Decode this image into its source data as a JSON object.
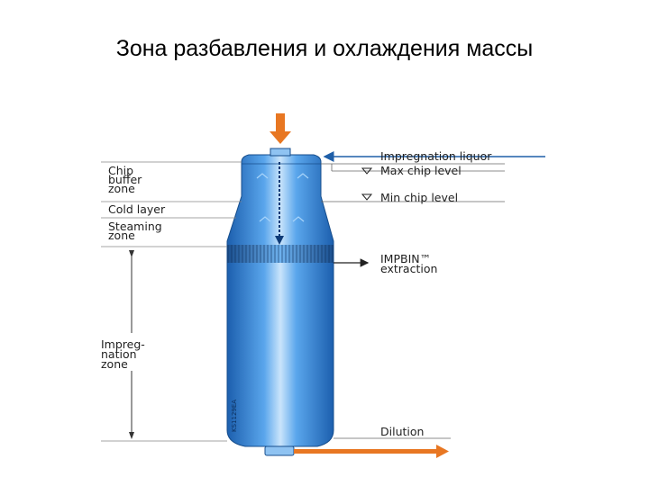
{
  "title": "Зона разбавления и охлаждения массы",
  "labels": {
    "impregnation_liquor": "Impregnation liquor",
    "max_chip_level": "Max chip level",
    "min_chip_level": "Min chip level",
    "impbin_line1": "IMPBIN™",
    "impbin_line2": "extraction",
    "dilution": "Dilution"
  },
  "zones": {
    "chip_buffer": [
      "Chip",
      "buffer",
      "zone"
    ],
    "cold_layer": "Cold layer",
    "steaming": [
      "Steaming",
      "zone"
    ],
    "impregnation": [
      "Impreg-",
      "nation",
      "zone"
    ]
  },
  "vessel_code": "KS1129EA",
  "colors": {
    "vessel": "#2f7fd0",
    "feed_arrow": "#e87722",
    "liquor_arrow": "#1f5fa8",
    "dimension_line": "#555555"
  }
}
